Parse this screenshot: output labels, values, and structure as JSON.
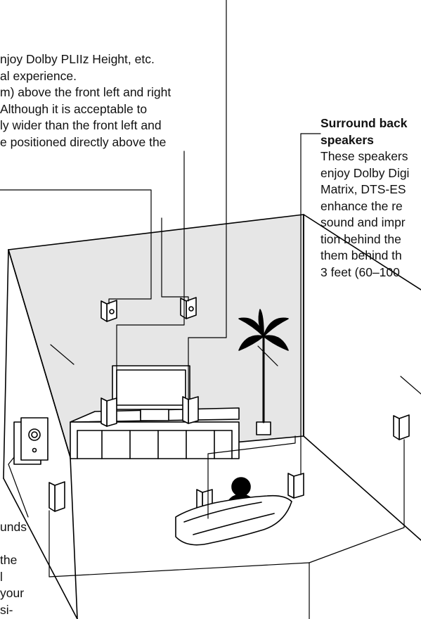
{
  "text_top_left": [
    "njoy Dolby PLIIz Height, etc.",
    "al experience.",
    "m) above the front left and right",
    " Although it is acceptable to",
    "ly wider than the front left and",
    "e positioned directly above the"
  ],
  "text_right": {
    "heading": [
      "Surround back",
      "speakers"
    ],
    "body": [
      "These speakers",
      "enjoy Dolby Digi",
      "Matrix, DTS-ES",
      "enhance the re",
      "sound and impr",
      "tion behind the",
      "them behind th",
      "3 feet (60–100"
    ]
  },
  "text_bottom_left": [
    "unds",
    "",
    "the",
    "l",
    "your",
    "si-"
  ]
}
